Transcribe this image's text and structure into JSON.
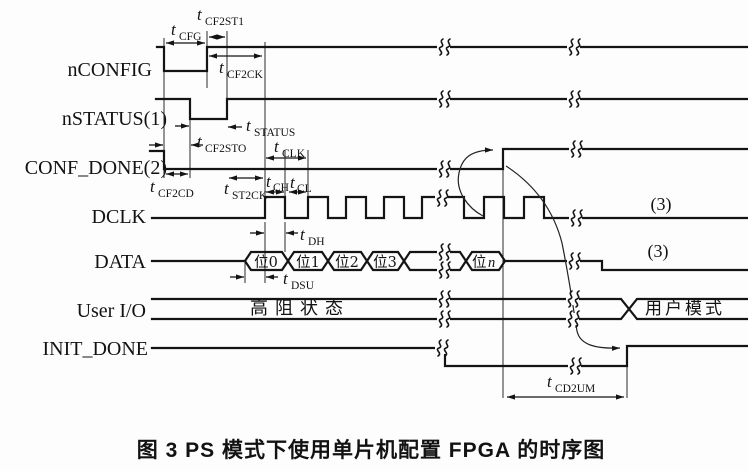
{
  "figure": {
    "caption": "图 3  PS 模式下使用单片机配置 FPGA 的时序图"
  },
  "signals": [
    {
      "label": "nCONFIG"
    },
    {
      "label": "nSTATUS(1)"
    },
    {
      "label": "CONF_DONE(2)"
    },
    {
      "label": "DCLK"
    },
    {
      "label": "DATA"
    },
    {
      "label": "User I/O"
    },
    {
      "label": "INIT_DONE"
    }
  ],
  "timing": {
    "t": "t",
    "cfg": "CFG",
    "cf2st1": "CF2ST1",
    "cf2ck": "CF2CK",
    "status": "STATUS",
    "cf2sto": "CF2STO",
    "clk": "CLK",
    "cf2cd": "CF2CD",
    "st2ck": "ST2CK",
    "ch": "CH",
    "cl": "CL",
    "dh": "DH",
    "dsu": "DSU",
    "cd2um": "CD2UM"
  },
  "data_bits": {
    "bit0": "位0",
    "bit1": "位1",
    "bit2": "位2",
    "bit3": "位3",
    "bitn_prefix": "位",
    "bitn_char": "n"
  },
  "annotations": {
    "hi_z": "高阻状态",
    "user_mode": "用户模式",
    "note3_dclk": "(3)",
    "note3_data": "(3)"
  },
  "colors": {
    "ink": "#141414",
    "paper": "#fdfdfd"
  }
}
